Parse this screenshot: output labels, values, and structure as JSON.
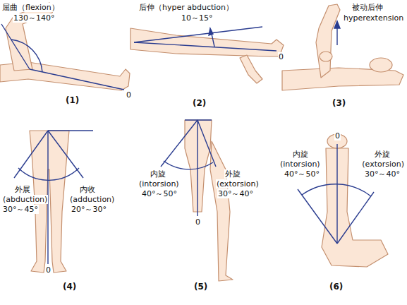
{
  "diagram": {
    "labels": [
      "屈曲（flexion）",
      "130～140°",
      "0",
      "(1)",
      "后伸（hyper abduction）",
      "10～15°",
      "0",
      "(2)",
      "被动后伸",
      "hyperextension",
      "(3)",
      "外展",
      "(abduction)",
      "30°～45°",
      "内收",
      "(adduction)",
      "20°～30°",
      "0",
      "(4)",
      "内旋",
      "(intorsion)",
      "40°～50°",
      "外旋",
      "(extorsion)",
      "30°～40°",
      "0",
      "(5)",
      "0",
      "内旋",
      "(intorsion)",
      "40°～50°",
      "外旋",
      "(extorsion)",
      "30°～40°",
      "(6)"
    ]
  }
}
